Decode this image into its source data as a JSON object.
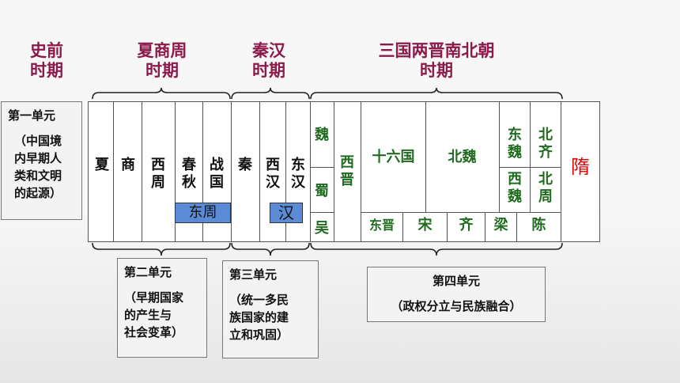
{
  "periods": [
    {
      "label": "史前\n时期"
    },
    {
      "label": "夏商周\n时期"
    },
    {
      "label": "秦汉\n时期"
    },
    {
      "label": "三国两晋南北朝\n时期"
    }
  ],
  "dynasties": {
    "xia": "夏",
    "shang": "商",
    "xizhou": "西\n周",
    "chunqiu": "春\n秋",
    "zhanguo": "战\n国",
    "qin": "秦",
    "xihan": "西\n汉",
    "donghan": "东\n汉",
    "wei": "魏",
    "shu": "蜀",
    "wu": "吴",
    "xijin": "西\n晋",
    "shiliuguo": "十六国",
    "beiwei": "北魏",
    "dongwei": "东\n魏",
    "xiwei": "西\n魏",
    "beiqi": "北\n齐",
    "beizhou": "北\n周",
    "dongjin": "东晋",
    "song": "宋",
    "qi": "齐",
    "liang": "梁",
    "chen": "陈",
    "sui": "隋"
  },
  "tags": {
    "dongzhou": "东周",
    "han": "汉"
  },
  "units": [
    {
      "title": "第一单元",
      "desc": "（中国境\n内早期人\n类和文明\n的起源）"
    },
    {
      "title": "第二单元",
      "desc": "（早期国家\n的产生与\n社会变革）"
    },
    {
      "title": "第三单元",
      "desc": "（统一多民\n族国家的建\n立和巩固）"
    },
    {
      "title": "第四单元",
      "desc": "（政权分立与民族融合）"
    }
  ],
  "colors": {
    "period_heading": "#8b1a4a",
    "southern_green": "#1f6b1f",
    "sui_red": "#e00000",
    "tag_blue": "#5b8bd6"
  }
}
